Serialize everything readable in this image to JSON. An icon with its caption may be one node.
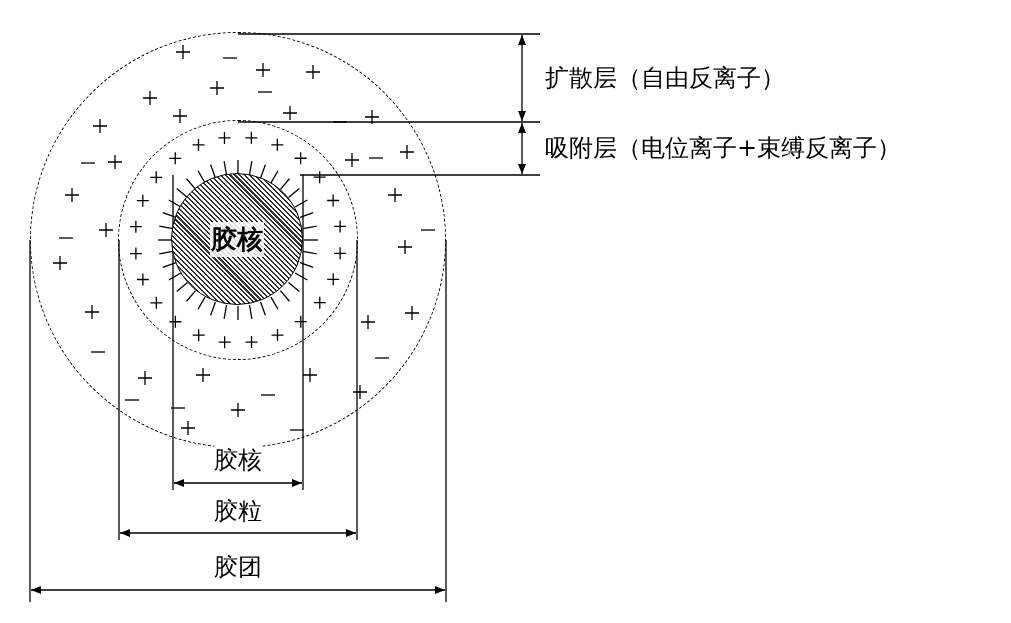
{
  "diagram": {
    "nodes": [
      {
        "text": [],
        "shape": "circle"
      },
      {
        "text": [],
        "shape": "circle",
        "in": 0
      },
      {
        "text": [
          "胶核"
        ],
        "in": 1
      }
    ],
    "edges": [],
    "labels": [
      "扩散层（自由反离子）",
      "吸附层（电位离子+束缚反离子）",
      "胶核",
      "胶粒",
      "胶团"
    ]
  }
}
